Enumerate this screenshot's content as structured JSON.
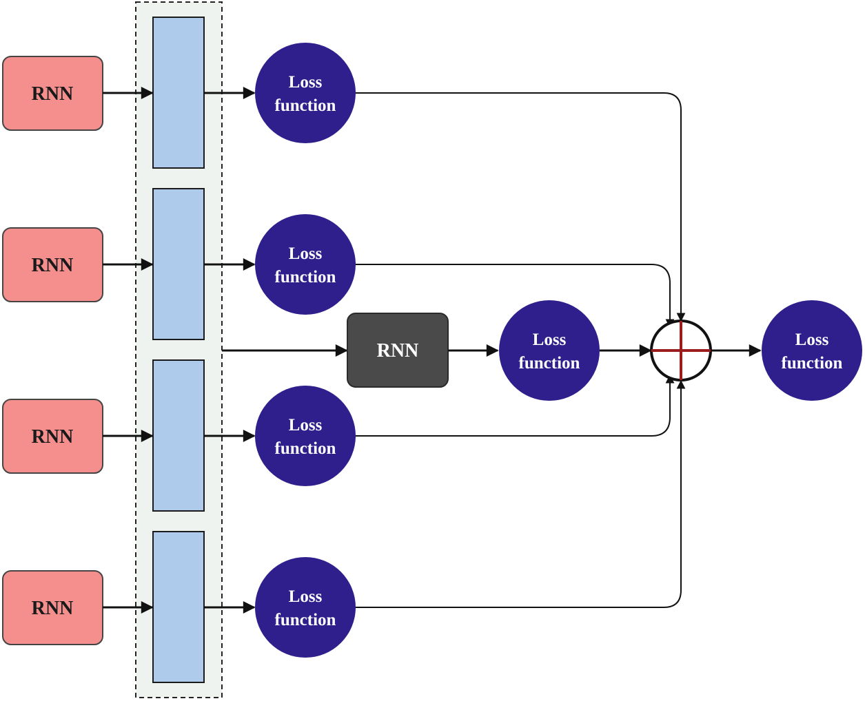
{
  "colors": {
    "rnn_fill": "#f48f8d",
    "rnn_border": "#444444",
    "rnn_dark_fill": "#4a4a4a",
    "bar_fill": "#aecbeb",
    "frame_fill": "#eef3ef",
    "loss_fill": "#2e1f8c",
    "sum_cross": "#9b1c1c"
  },
  "input_rnns": [
    {
      "label": "RNN"
    },
    {
      "label": "RNN"
    },
    {
      "label": "RNN"
    },
    {
      "label": "RNN"
    }
  ],
  "branch_losses": [
    {
      "line1": "Loss",
      "line2": "function"
    },
    {
      "line1": "Loss",
      "line2": "function"
    },
    {
      "line1": "Loss",
      "line2": "function"
    },
    {
      "line1": "Loss",
      "line2": "function"
    }
  ],
  "center_rnn": {
    "label": "RNN"
  },
  "center_loss": {
    "line1": "Loss",
    "line2": "function"
  },
  "final_loss": {
    "line1": "Loss",
    "line2": "function"
  },
  "sum_node": {
    "icon": "sum-plus-icon"
  }
}
